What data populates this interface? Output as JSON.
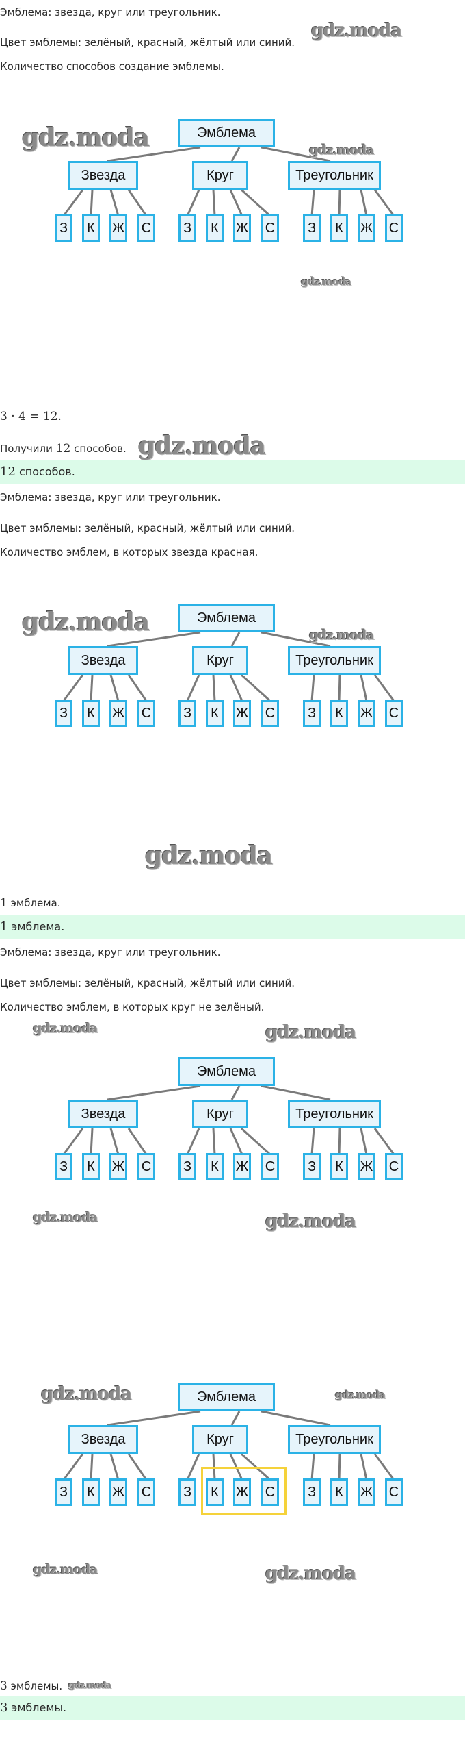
{
  "sections": [
    {
      "givens": [
        "Эмблема: звезда, круг или треугольник.",
        "Цвет эмблемы: зелёный, красный, жёлтый или синий.",
        "Количество способов создание эмблемы."
      ],
      "calculation": "3 · 4 = 12.",
      "result_prefix": "Получили",
      "result_number": "12",
      "result_suffix": "способов.",
      "answer_number": "12",
      "answer_text": "способов."
    },
    {
      "givens": [
        "Эмблема: звезда, круг или треугольник.",
        "Цвет эмблемы: зелёный, красный, жёлтый или синий.",
        "Количество эмблем, в которых звезда красная."
      ],
      "result_number": "1",
      "result_suffix": "эмблема.",
      "answer_number": "1",
      "answer_text": "эмблема."
    },
    {
      "givens": [
        "Эмблема: звезда, круг или треугольник.",
        "Цвет эмблемы: зелёный, красный, жёлтый или синий.",
        "Количество эмблем, в которых круг не зелёный."
      ],
      "result_number": "3",
      "result_suffix": "эмблемы.",
      "answer_number": "3",
      "answer_text": "эмблемы."
    }
  ],
  "tree": {
    "root": "Эмблема",
    "shapes": [
      "Звезда",
      "Круг",
      "Треугольник"
    ],
    "colors": [
      "З",
      "К",
      "Ж",
      "С"
    ]
  },
  "highlight": {
    "shape": "Круг",
    "colors": [
      "К",
      "Ж",
      "С"
    ]
  },
  "watermark": "gdz.moda",
  "colors": {
    "node_border": "#2bb2e6",
    "node_fill": "#e6f4fb",
    "connector": "#7a7a7a",
    "highlight": "#f5d23a",
    "answer_band": "#dcfbe9"
  }
}
